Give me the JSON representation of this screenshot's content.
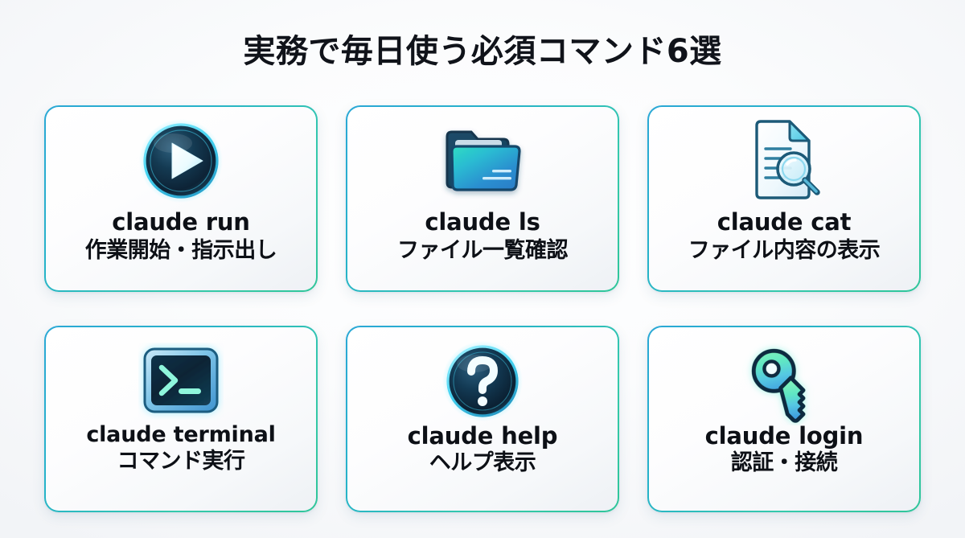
{
  "header": {
    "title": "実務で毎日使う必須コマンド6選"
  },
  "theme": {
    "background": "#f2f4f7",
    "card_background": "#fbfcfe",
    "border_gradient_start": "#2aa8d6",
    "border_gradient_end": "#2fc59a",
    "text_color": "#0d1016",
    "icon_accent_cyan": "#55e3ff",
    "icon_accent_mint": "#7cf5d0",
    "icon_dark": "#102a3c"
  },
  "cards": [
    {
      "icon": "play-button-icon",
      "command": "claude run",
      "description": "作業開始・指示出し"
    },
    {
      "icon": "folder-icon",
      "command": "claude ls",
      "description": "ファイル一覧確認"
    },
    {
      "icon": "document-search-icon",
      "command": "claude cat",
      "description": "ファイル内容の表示"
    },
    {
      "icon": "terminal-icon",
      "command": "claude terminal",
      "description": "コマンド実行"
    },
    {
      "icon": "question-mark-icon",
      "command": "claude help",
      "description": "ヘルプ表示"
    },
    {
      "icon": "key-icon",
      "command": "claude login",
      "description": "認証・接続"
    }
  ]
}
